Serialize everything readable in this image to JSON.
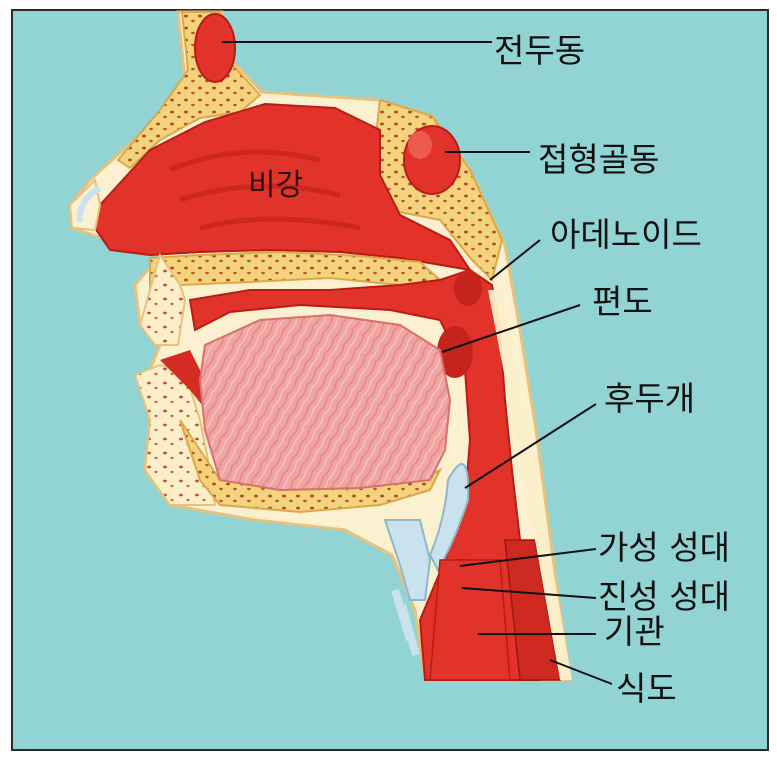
{
  "labels": {
    "frontal_sinus": "전두동",
    "sphenoid_sinus": "접형골동",
    "nasal_cavity": "비강",
    "adenoid": "아데노이드",
    "tonsil": "편도",
    "epiglottis": "후두개",
    "false_vocal_cord": "가성 성대",
    "true_vocal_cord": "진성 성대",
    "trachea": "기관",
    "esophagus": "식도"
  },
  "colors": {
    "background": "#92d3d3",
    "tissue_red": "#e2332a",
    "tissue_dark_red": "#b81c16",
    "bone_yellow": "#f3d37c",
    "skin_cream": "#fbf0cf",
    "tongue_pink": "#f2a6a6",
    "cartilage_blue": "#c9e2ee"
  }
}
